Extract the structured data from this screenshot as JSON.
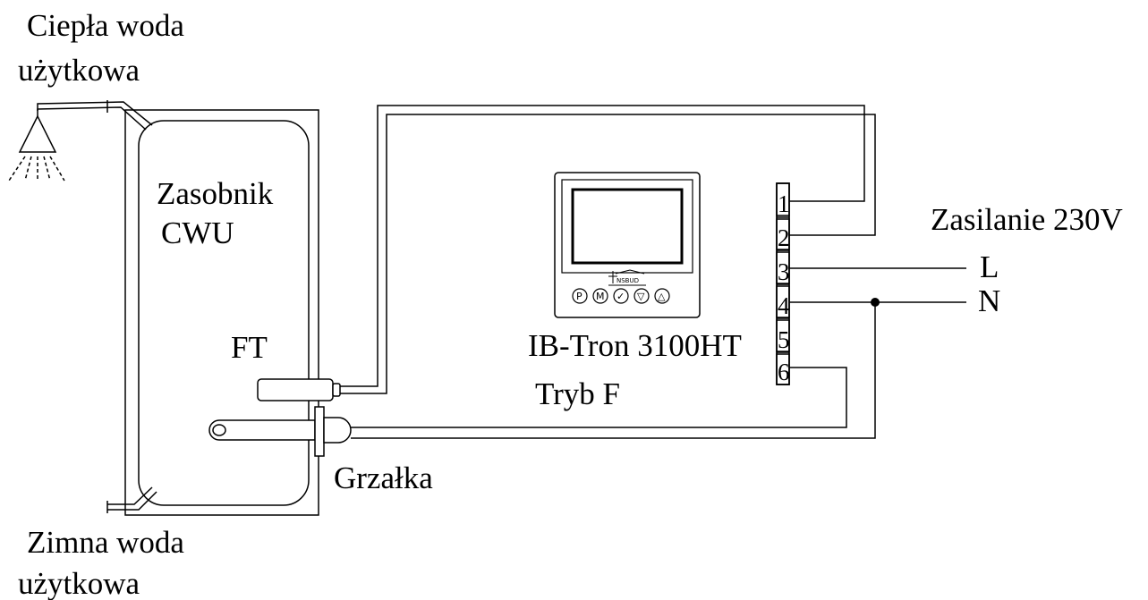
{
  "labels": {
    "hot_water": [
      "Ciepła woda",
      "użytkowa"
    ],
    "cold_water": [
      "Zimna woda",
      "użytkowa"
    ],
    "tank": [
      "Zasobnik",
      "CWU"
    ],
    "sensor": "FT",
    "heater": "Grzałka",
    "controller_model": "IB-Tron 3100HT",
    "controller_mode": "Tryb F",
    "power_supply": "Zasilanie 230V",
    "line": "L",
    "neutral": "N"
  },
  "terminals": [
    "1",
    "2",
    "3",
    "4",
    "5",
    "6"
  ],
  "controller_buttons": [
    "P",
    "M",
    "✓",
    "▽",
    "△"
  ],
  "logo_text": "NSBUD"
}
